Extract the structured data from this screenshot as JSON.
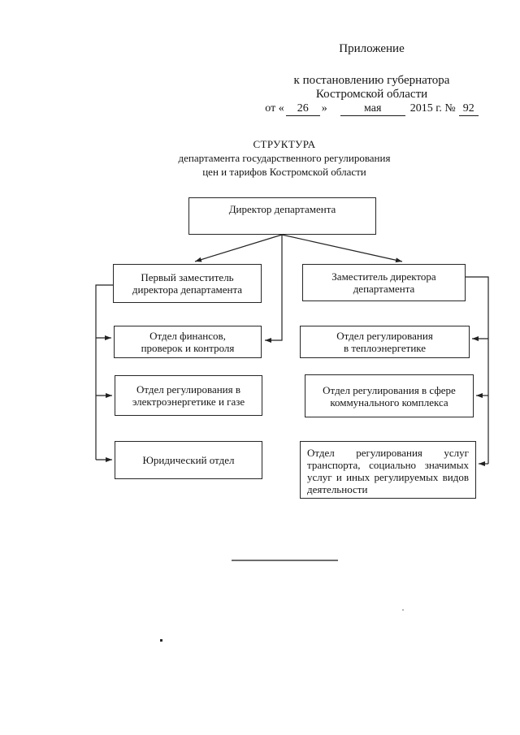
{
  "document": {
    "appendix": "Приложение",
    "decree_line1": "к постановлению губернатора",
    "decree_line2": "Костромской области",
    "date": {
      "prefix": "от «",
      "day": "26",
      "close_quote": "»",
      "month": "мая",
      "year_and_number_sign": "2015 г. №",
      "number": "92"
    },
    "title_line1": "СТРУКТУРА",
    "title_line2": "департамента государственного регулирования",
    "title_line3": "цен и тарифов Костромской области"
  },
  "org_chart": {
    "type": "org-chart",
    "title": "СТРУКТУРА департамента государственного регулирования цен и тарифов Костромской области",
    "nodes": {
      "director": {
        "label": "Директор департамента",
        "lines": [
          "Директор департамента"
        ]
      },
      "first_deputy": {
        "label": "Первый заместитель директора департамента",
        "lines": [
          "Первый заместитель",
          "директора департамента"
        ]
      },
      "deputy": {
        "label": "Заместитель директора департамента",
        "lines": [
          "Заместитель директора",
          "департамента"
        ]
      },
      "finance": {
        "label": "Отдел финансов, проверок и контроля",
        "lines": [
          "Отдел финансов,",
          "проверок и контроля"
        ]
      },
      "heat": {
        "label": "Отдел регулирования в теплоэнергетике",
        "lines": [
          "Отдел регулирования",
          "в теплоэнергетике"
        ]
      },
      "electro": {
        "label": "Отдел регулирования в электроэнергетике и газе",
        "lines": [
          "Отдел регулирования в",
          "электроэнергетике и газе"
        ]
      },
      "communal": {
        "label": "Отдел регулирования в сфере коммунального комплекса",
        "lines": [
          "Отдел регулирования в сфере",
          "коммунального комплекса"
        ]
      },
      "legal": {
        "label": "Юридический отдел",
        "lines": [
          "Юридический отдел"
        ]
      },
      "transport": {
        "label": "Отдел регулирования услуг транспорта, социально значимых услуг и иных регулируемых видов деятельности",
        "lines": [
          "Отдел регулирования услуг",
          "транспорта, социально значимых",
          "услуг и иных регулируемых видов",
          "деятельности"
        ]
      }
    },
    "edges": [
      {
        "from": "director",
        "to": "first_deputy"
      },
      {
        "from": "director",
        "to": "deputy"
      },
      {
        "from": "director",
        "to": "finance"
      },
      {
        "from": "first_deputy",
        "to": "finance"
      },
      {
        "from": "first_deputy",
        "to": "electro"
      },
      {
        "from": "first_deputy",
        "to": "legal"
      },
      {
        "from": "deputy",
        "to": "heat"
      },
      {
        "from": "deputy",
        "to": "communal"
      },
      {
        "from": "deputy",
        "to": "transport"
      }
    ],
    "line_color": "#222222",
    "border_color": "#262626",
    "background": "#ffffff"
  }
}
